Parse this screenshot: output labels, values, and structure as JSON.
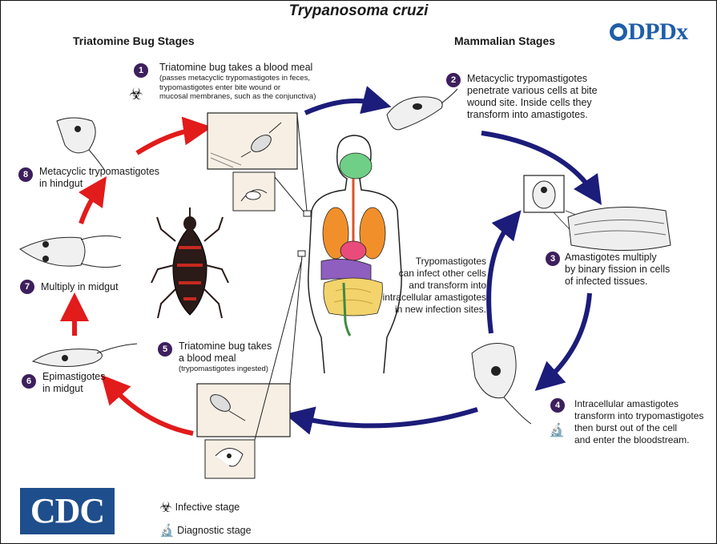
{
  "title": "Trypanosoma cruzi",
  "headers": {
    "bug_stages": "Triatomine Bug Stages",
    "mammal_stages": "Mammalian Stages"
  },
  "brand": {
    "dpdx": "DPDx",
    "cdc": "CDC"
  },
  "steps": [
    {
      "num": "1",
      "lines": [
        "Triatomine bug takes a blood meal"
      ],
      "detail": [
        "(passes metacyclic trypomastigotes in feces,",
        "trypomastigotes enter bite wound or",
        "mucosal membranes, such as the conjunctiva)"
      ]
    },
    {
      "num": "2",
      "lines": [
        "Metacyclic trypomastigotes",
        "penetrate various cells at bite",
        "wound site.  Inside cells they",
        "transform into amastigotes."
      ]
    },
    {
      "num": "3",
      "lines": [
        "Amastigotes multiply",
        "by binary fission in cells",
        "of infected tissues."
      ]
    },
    {
      "num": "4",
      "lines": [
        "Intracellular amastigotes",
        "transform into trypomastigotes",
        "then burst out of the cell",
        "and enter the bloodstream."
      ]
    },
    {
      "num": "5",
      "lines": [
        "Triatomine bug takes",
        "a blood meal"
      ],
      "detail": [
        "(trypomastigotes ingested)"
      ]
    },
    {
      "num": "6",
      "lines": [
        "Epimastigotes",
        "in midgut"
      ]
    },
    {
      "num": "7",
      "lines": [
        "Multiply in midgut"
      ]
    },
    {
      "num": "8",
      "lines": [
        "Metacyclic trypomastigotes",
        "in hindgut"
      ]
    }
  ],
  "center_note": [
    "Trypomastigotes",
    "can infect other cells",
    "and transform into",
    "intracellular amastigotes",
    "in new infection sites."
  ],
  "legend": {
    "infective": "Infective stage",
    "diagnostic": "Diagnostic stage"
  },
  "colors": {
    "mammal_arrow": "#1c1c7a",
    "bug_arrow": "#e21b1b",
    "step_badge": "#3d1f5c",
    "brand_blue": "#1f5ea8"
  }
}
